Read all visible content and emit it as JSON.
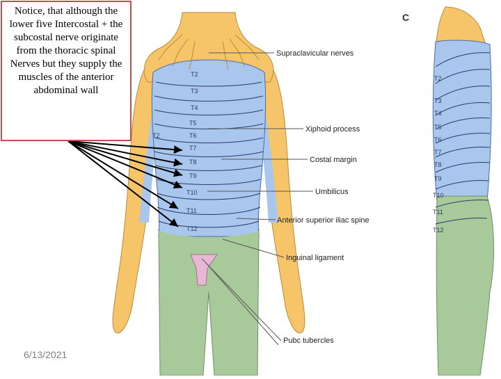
{
  "note": {
    "text": "Notice, that although the lower five Intercostal + the subcostal nerve originate from the thoracic spinal Nerves but they supply the muscles of the anterior abdominal wall"
  },
  "date": "6/13/2021",
  "panel_letter": "C",
  "labels": {
    "supraclavicular": "Supraclavicular nerves",
    "xiphoid": "Xiphoid process",
    "costal_margin": "Costal margin",
    "umbilicus": "Umbilicus",
    "asis": "Anterior superior iliac spine",
    "inguinal": "Inguinal ligament",
    "pubic": "Pubc tubercles"
  },
  "front_segments": [
    "T2",
    "T3",
    "T4",
    "T5",
    "T6",
    "T7",
    "T8",
    "T9",
    "T10",
    "T11",
    "T12"
  ],
  "front_extra_t2": "T2",
  "side_segments": [
    "T2",
    "T3",
    "T4",
    "T5",
    "T6",
    "T7",
    "T8",
    "T9",
    "T10",
    "T11",
    "T12"
  ],
  "colors": {
    "yellow": "#f6c56a",
    "blue": "#a9c6ec",
    "green": "#a8c99a",
    "pink": "#e7b7d3",
    "arrow": "#000000",
    "note_border": "#c0504d"
  }
}
